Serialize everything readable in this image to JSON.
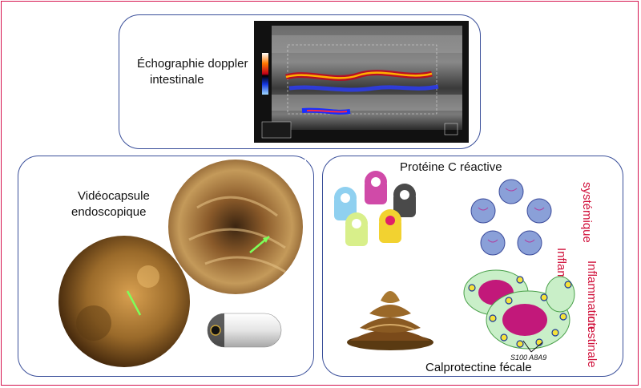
{
  "panels": {
    "doppler": {
      "label_line1": "Échographie doppler",
      "label_line2": "intestinale"
    },
    "capsule": {
      "label_line1": "Vidéocapsule",
      "label_line2": "endoscopique"
    },
    "biomarkers": {
      "crp_label": "Protéine C réactive",
      "calpro_label": "Calprotectine fécale",
      "protein_label": "S100 A8A9",
      "systemic_line1": "Inflammation",
      "systemic_line2": "systémique",
      "intestinal_line1": "Inflammation",
      "intestinal_line2": "intestinale"
    }
  },
  "colors": {
    "frame": "#d5134f",
    "panel_border": "#3a4f9a",
    "accent_text": "#d0103a"
  }
}
